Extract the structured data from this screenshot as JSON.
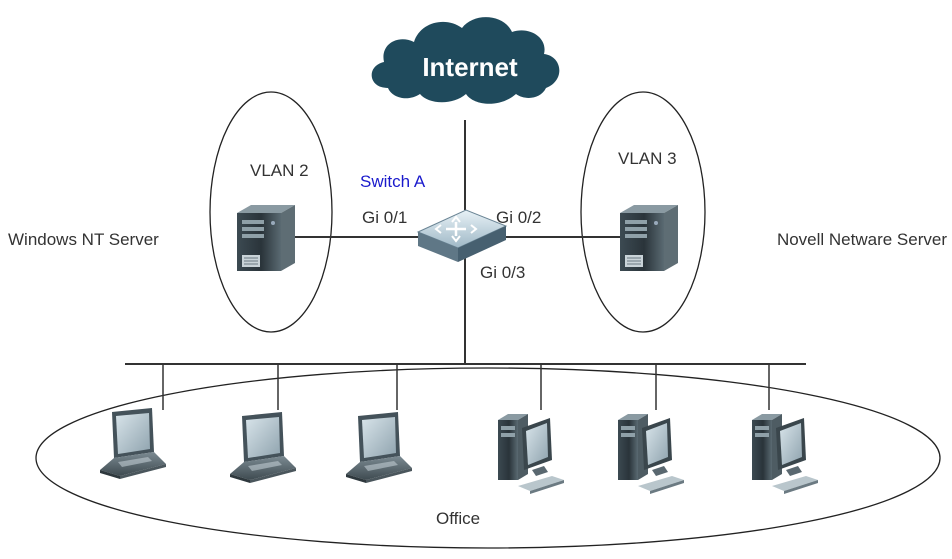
{
  "diagram": {
    "internet_label": "Internet",
    "switch_label": "Switch A",
    "vlan2_label": "VLAN 2",
    "vlan3_label": "VLAN 3",
    "left_server_label": "Windows NT Server",
    "right_server_label": "Novell Netware Server",
    "port1_label": "Gi 0/1",
    "port2_label": "Gi 0/2",
    "port3_label": "Gi 0/3",
    "office_label": "Office"
  },
  "colors": {
    "cloud": "#1f4a5c",
    "switch_label": "#1a1acc",
    "lines": "#333333"
  },
  "icons": [
    "cloud-icon",
    "switch-icon",
    "server-icon",
    "laptop-icon",
    "desktop-icon"
  ]
}
